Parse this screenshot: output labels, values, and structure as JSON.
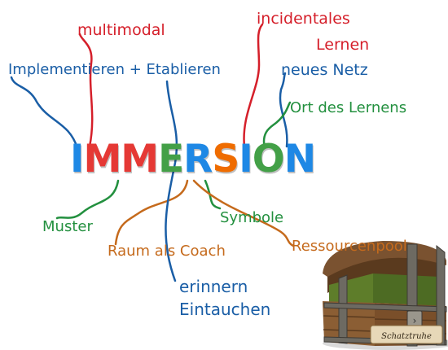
{
  "center": {
    "letters": [
      {
        "ch": "I",
        "color": "#1e88e5"
      },
      {
        "ch": "M",
        "color": "#e53935"
      },
      {
        "ch": "M",
        "color": "#e53935"
      },
      {
        "ch": "E",
        "color": "#43a047"
      },
      {
        "ch": "R",
        "color": "#1e88e5"
      },
      {
        "ch": "S",
        "color": "#ef6c00"
      },
      {
        "ch": "I",
        "color": "#1e88e5"
      },
      {
        "ch": "O",
        "color": "#43a047"
      },
      {
        "ch": "N",
        "color": "#1e88e5"
      }
    ]
  },
  "labels": {
    "multimodal": "multimodal",
    "incidentales": "incidentales",
    "lernen": "Lernen",
    "implementieren": "Implementieren + Etablieren",
    "neues_netz": "neues Netz",
    "ort": "Ort des Lernens",
    "muster": "Muster",
    "symbole": "Symbole",
    "raum": "Raum als Coach",
    "ressourcen": "Ressourcenpool",
    "erinnern": "erinnern",
    "eintauchen": "Eintauchen"
  },
  "chest": {
    "label": "Schatztruhe"
  },
  "colors": {
    "red": "#d51f2a",
    "blue": "#1a5ea6",
    "green": "#23903f",
    "orange": "#c56a1c"
  }
}
